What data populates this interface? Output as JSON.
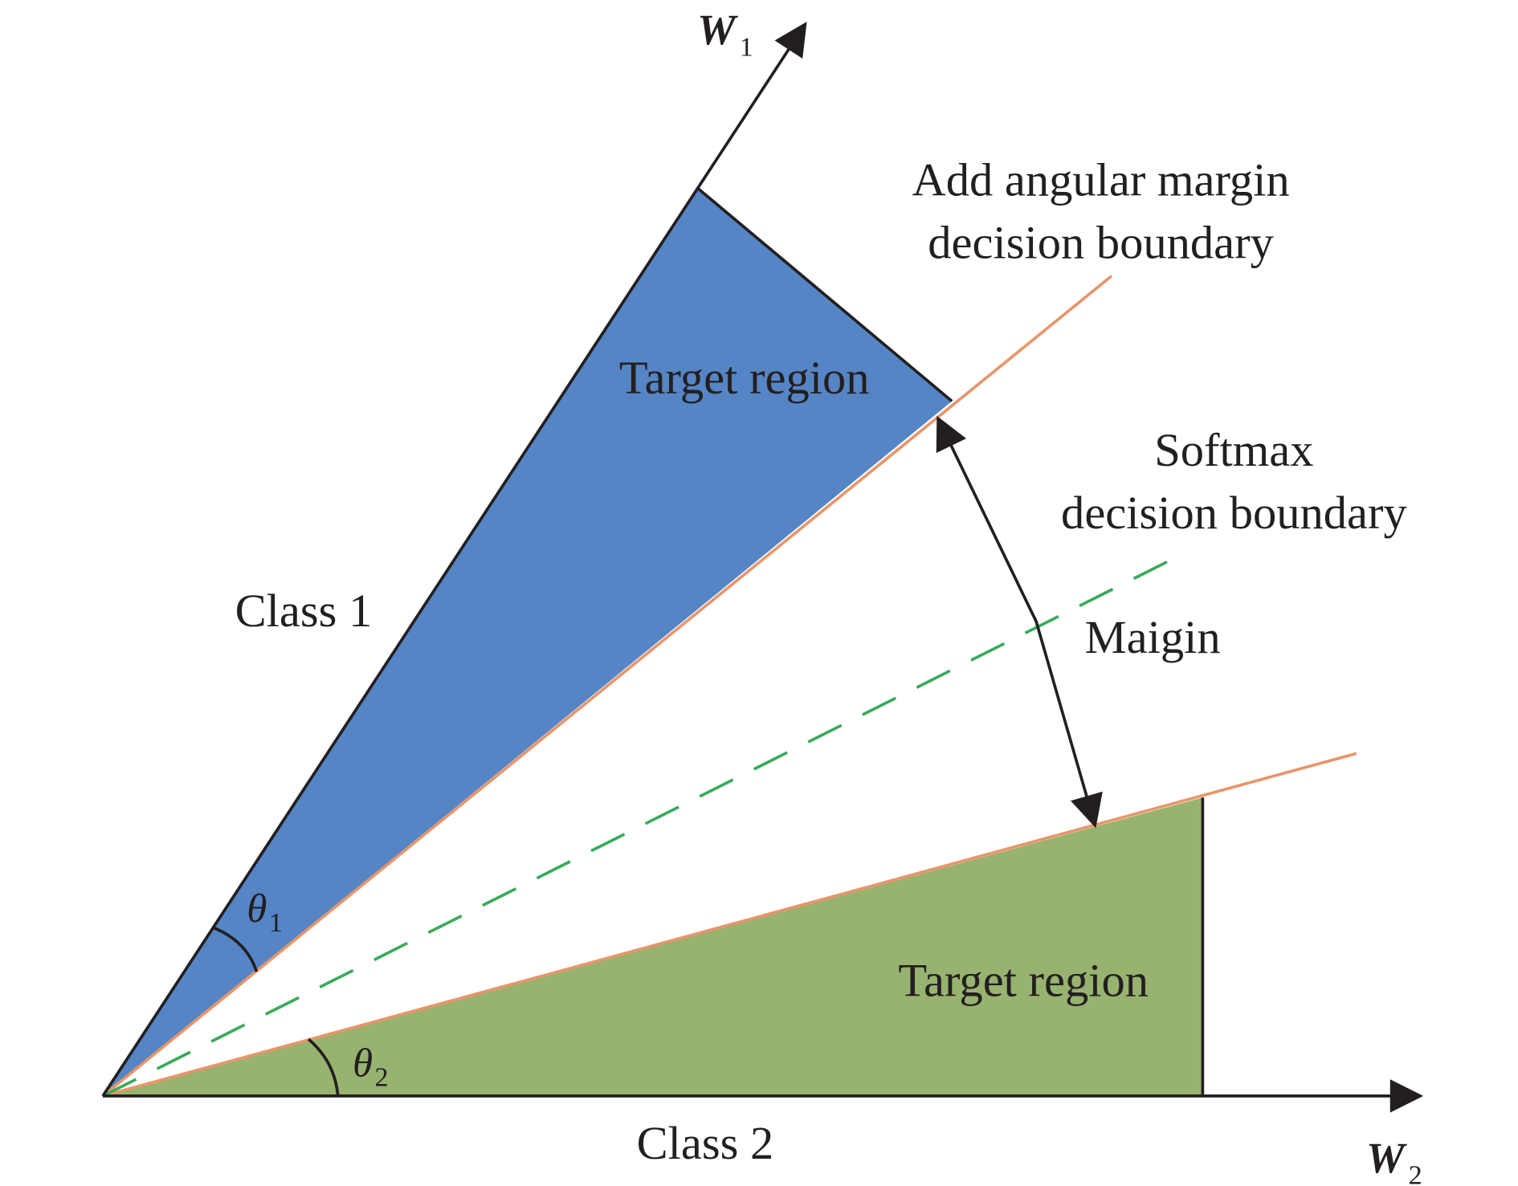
{
  "labels": {
    "w1": "W",
    "w1_sub": "1",
    "w2": "W",
    "w2_sub": "2",
    "add_margin_line1": "Add angular margin",
    "add_margin_line2": "decision boundary",
    "softmax_line1": "Softmax",
    "softmax_line2": "decision boundary",
    "target_region_1": "Target region",
    "target_region_2": "Target region",
    "class_1": "Class 1",
    "class_2": "Class 2",
    "margin": "Maigin",
    "theta1": "θ",
    "theta1_sub": "1",
    "theta2": "θ",
    "theta2_sub": "2"
  },
  "colors": {
    "class1_region": "#5585c5",
    "class2_region": "#97b36f",
    "margin_boundary": "#e8956a",
    "softmax_boundary": "#3aaa5a",
    "axis": "#231f20"
  }
}
